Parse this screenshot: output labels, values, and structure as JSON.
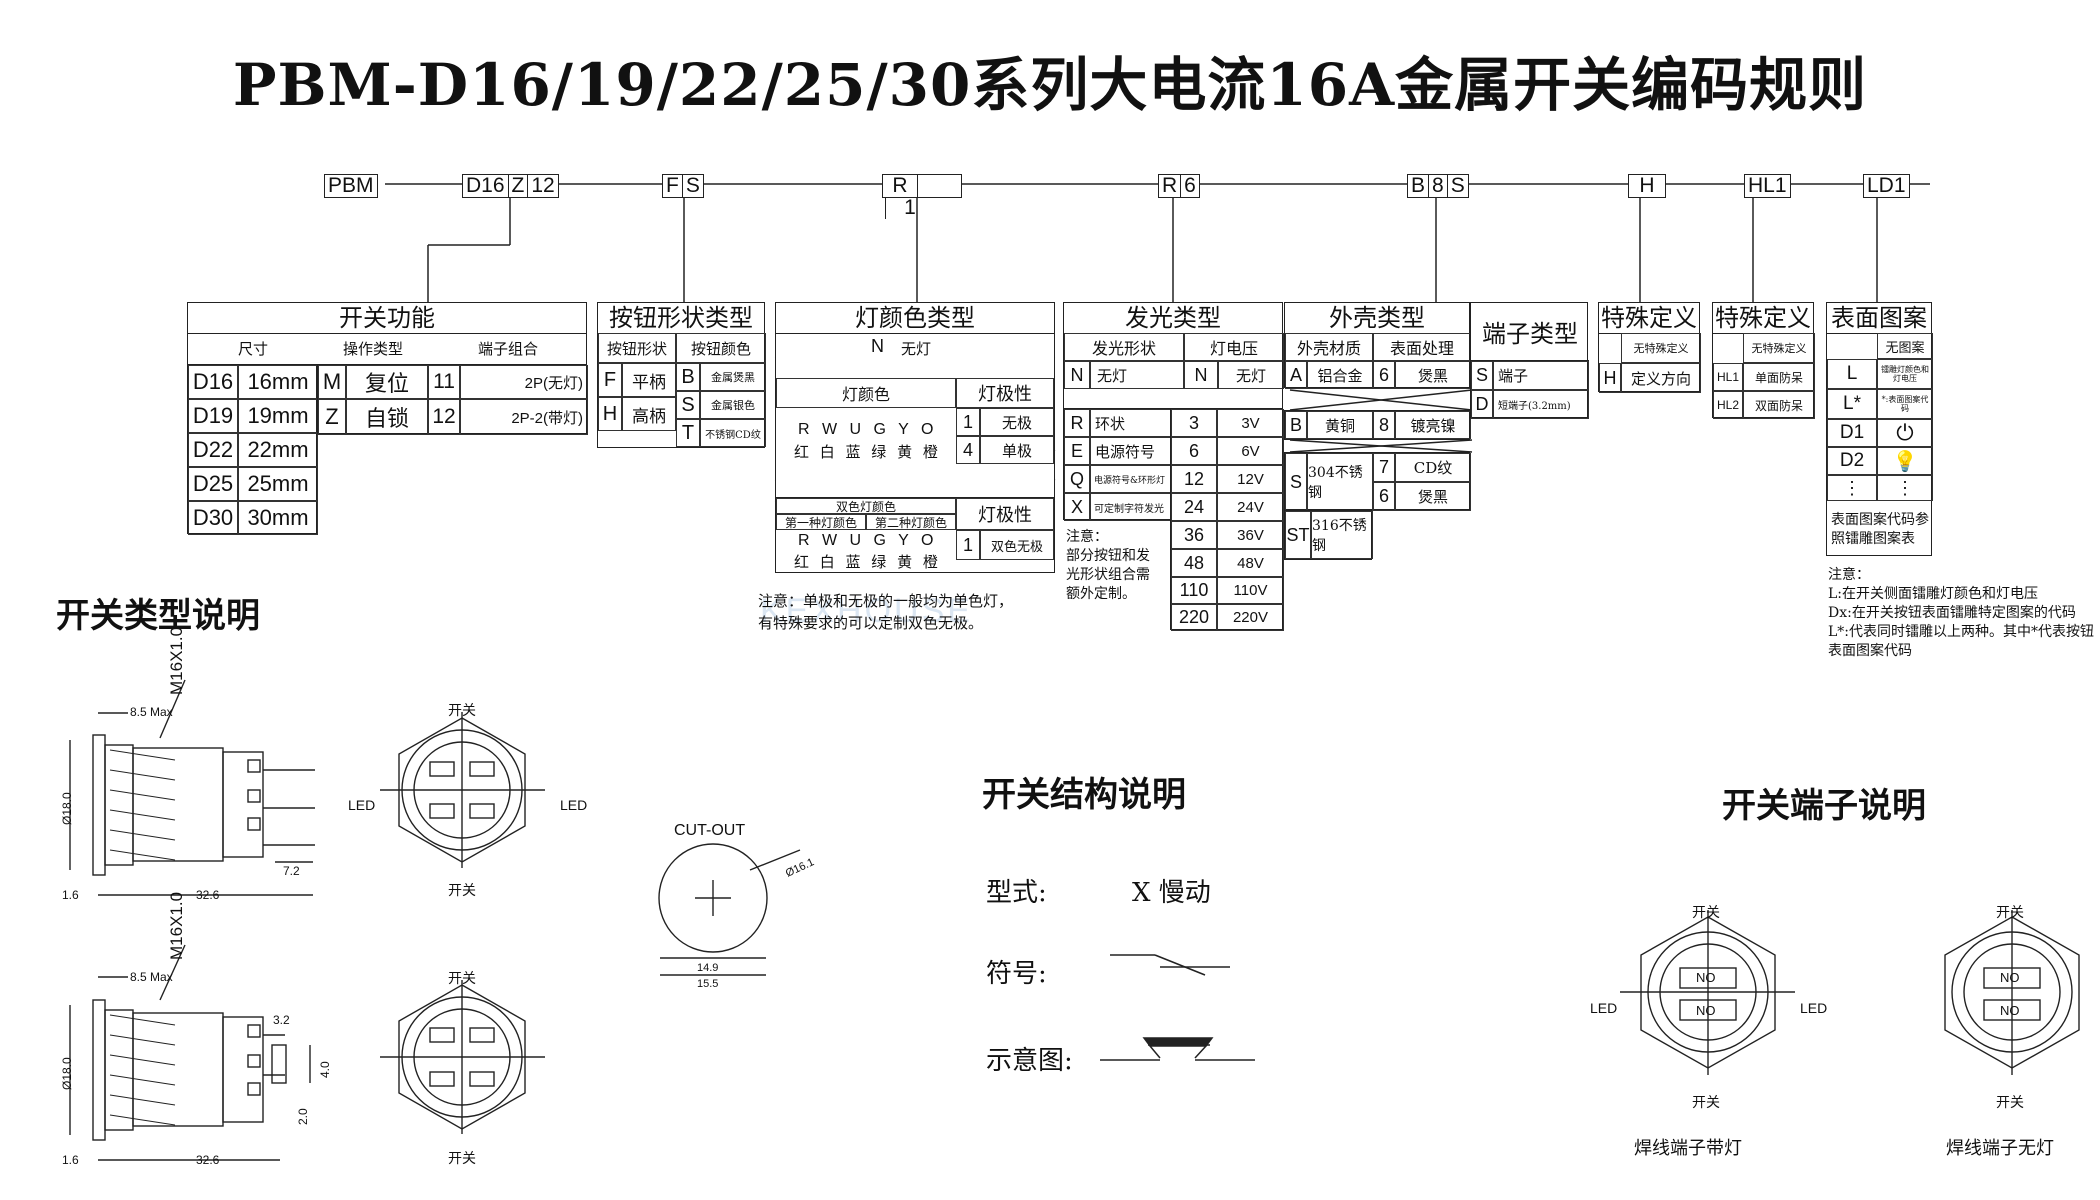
{
  "title": "PBM-D16/19/22/25/30系列大电流16A金属开关编码规则",
  "watermark": "KEXHOUSE",
  "code_row": {
    "pbm": "PBM",
    "d16": "D16",
    "z": "Z",
    "n12": "12",
    "f": "F",
    "s1": "S",
    "r1": "R",
    "one": "1",
    "r2": "R",
    "six": "6",
    "b": "B",
    "eight": "8",
    "s2": "S",
    "h": "H",
    "hl1": "HL1",
    "ld1": "LD1"
  },
  "switch_function": {
    "title": "开关功能",
    "col_size": "尺寸",
    "col_op": "操作类型",
    "col_term": "端子组合",
    "sizes": [
      {
        "code": "D16",
        "mm": "16mm"
      },
      {
        "code": "D19",
        "mm": "19mm"
      },
      {
        "code": "D22",
        "mm": "22mm"
      },
      {
        "code": "D25",
        "mm": "25mm"
      },
      {
        "code": "D30",
        "mm": "30mm"
      }
    ],
    "ops": [
      {
        "code": "M",
        "name": "复位"
      },
      {
        "code": "Z",
        "name": "自锁"
      }
    ],
    "terms": [
      {
        "code": "11",
        "desc": "2P(无灯)"
      },
      {
        "code": "12",
        "desc": "2P-2(带灯)"
      }
    ]
  },
  "button_shape": {
    "title": "按钮形状类型",
    "col_shape": "按钮形状",
    "col_color": "按钮颜色",
    "shapes": [
      {
        "code": "F",
        "name": "平柄"
      },
      {
        "code": "H",
        "name": "高柄"
      }
    ],
    "colors": [
      {
        "code": "B",
        "name": "金属煲黑"
      },
      {
        "code": "S",
        "name": "金属银色"
      },
      {
        "code": "T",
        "name": "不锈钢CD纹"
      }
    ]
  },
  "lamp_color": {
    "title": "灯颜色类型",
    "none_code": "N",
    "none_label": "无灯",
    "col_color": "灯颜色",
    "col_polarity": "灯极性",
    "letters": "R W U G Y O",
    "colors_cn": "红 白 蓝 绿 黄 橙",
    "polarity": [
      {
        "code": "1",
        "name": "无极"
      },
      {
        "code": "4",
        "name": "单极"
      }
    ],
    "dual_title": "双色灯颜色",
    "dual_first": "第一种灯颜色",
    "dual_second": "第二种灯颜色",
    "dual_polarity_title": "灯极性",
    "dual_polarity_code": "1",
    "dual_polarity_name": "双色无极",
    "note_line1": "注意：单极和无极的一般均为单色灯，",
    "note_line2": "有特殊要求的可以定制双色无极。"
  },
  "lighting": {
    "title": "发光类型",
    "col_shape": "发光形状",
    "col_voltage": "灯电压",
    "none_code": "N",
    "none_label": "无灯",
    "none_vcode": "N",
    "none_vlabel": "无灯",
    "shapes": [
      {
        "code": "R",
        "name": "环状"
      },
      {
        "code": "E",
        "name": "电源符号"
      },
      {
        "code": "Q",
        "name": "电源符号&环形灯"
      },
      {
        "code": "X",
        "name": "可定制字符发光"
      }
    ],
    "voltages": [
      {
        "code": "3",
        "v": "3V"
      },
      {
        "code": "6",
        "v": "6V"
      },
      {
        "code": "12",
        "v": "12V"
      },
      {
        "code": "24",
        "v": "24V"
      },
      {
        "code": "36",
        "v": "36V"
      },
      {
        "code": "48",
        "v": "48V"
      },
      {
        "code": "110",
        "v": "110V"
      },
      {
        "code": "220",
        "v": "220V"
      }
    ],
    "note": [
      "注意：",
      "部分按钮和发",
      "光形状组合需",
      "额外定制。"
    ]
  },
  "housing": {
    "title": "外壳类型",
    "col_material": "外壳材质",
    "col_surface": "表面处理",
    "materials": [
      {
        "code": "A",
        "name": "铝合金",
        "surfaces": [
          {
            "code": "6",
            "name": "煲黑"
          }
        ]
      },
      {
        "code": "B",
        "name": "黄铜",
        "surfaces": [
          {
            "code": "8",
            "name": "镀亮镍"
          }
        ]
      },
      {
        "code": "S",
        "name": "304不锈钢",
        "surfaces": [
          {
            "code": "7",
            "name": "CD纹"
          },
          {
            "code": "6",
            "name": "煲黑"
          }
        ]
      },
      {
        "code": "ST",
        "name": "316不锈钢",
        "surfaces": []
      }
    ]
  },
  "terminal": {
    "title": "端子类型",
    "items": [
      {
        "code": "S",
        "name": "端子"
      },
      {
        "code": "D",
        "name": "短端子(3.2mm)"
      }
    ]
  },
  "special1": {
    "title": "特殊定义",
    "none": "无特殊定义",
    "code": "H",
    "name": "定义方向"
  },
  "special2": {
    "title": "特殊定义",
    "none": "无特殊定义",
    "items": [
      {
        "code": "HL1",
        "name": "单面防呆"
      },
      {
        "code": "HL2",
        "name": "双面防呆"
      }
    ]
  },
  "surface_pattern": {
    "title": "表面图案",
    "none": "无图案",
    "items": [
      {
        "code": "L",
        "name": "镭雕灯颜色和灯电压"
      },
      {
        "code": "L*",
        "name": "*:表面图案代码"
      },
      {
        "code": "D1",
        "name": ""
      },
      {
        "code": "D2",
        "name": ""
      }
    ],
    "ref_line1": "表面图案代码参",
    "ref_line2": "照镭雕图案表",
    "note": [
      "注意：",
      "L:在开关侧面镭雕灯颜色和灯电压",
      "Dx:在开关按钮表面镭雕特定图案的代码",
      "L*:代表同时镭雕以上两种。其中*代表按钮",
      "表面图案代码"
    ]
  },
  "sections": {
    "switch_type": "开关类型说明",
    "structure": "开关结构说明",
    "terminal": "开关端子说明"
  },
  "structure": {
    "form_label": "型式:",
    "form_value": "X 慢动",
    "symbol_label": "符号:",
    "diagram_label": "示意图:"
  },
  "drawings": {
    "cutout": "CUT-OUT",
    "switch": "开关",
    "led": "LED",
    "no": "NO",
    "thread": "M16X1.0",
    "dim_85": "8.5 Max",
    "dim_18": "Ø18.0",
    "dim_16": "1.6",
    "dim_326": "32.6",
    "dim_72": "7.2",
    "dim_32": "3.2",
    "dim_40": "4.0",
    "dim_20": "2.0",
    "dim_161": "Ø16.1",
    "dim_149": "14.9",
    "dim_155": "15.5",
    "with_light": "焊线端子带灯",
    "no_light": "焊线端子无灯"
  }
}
